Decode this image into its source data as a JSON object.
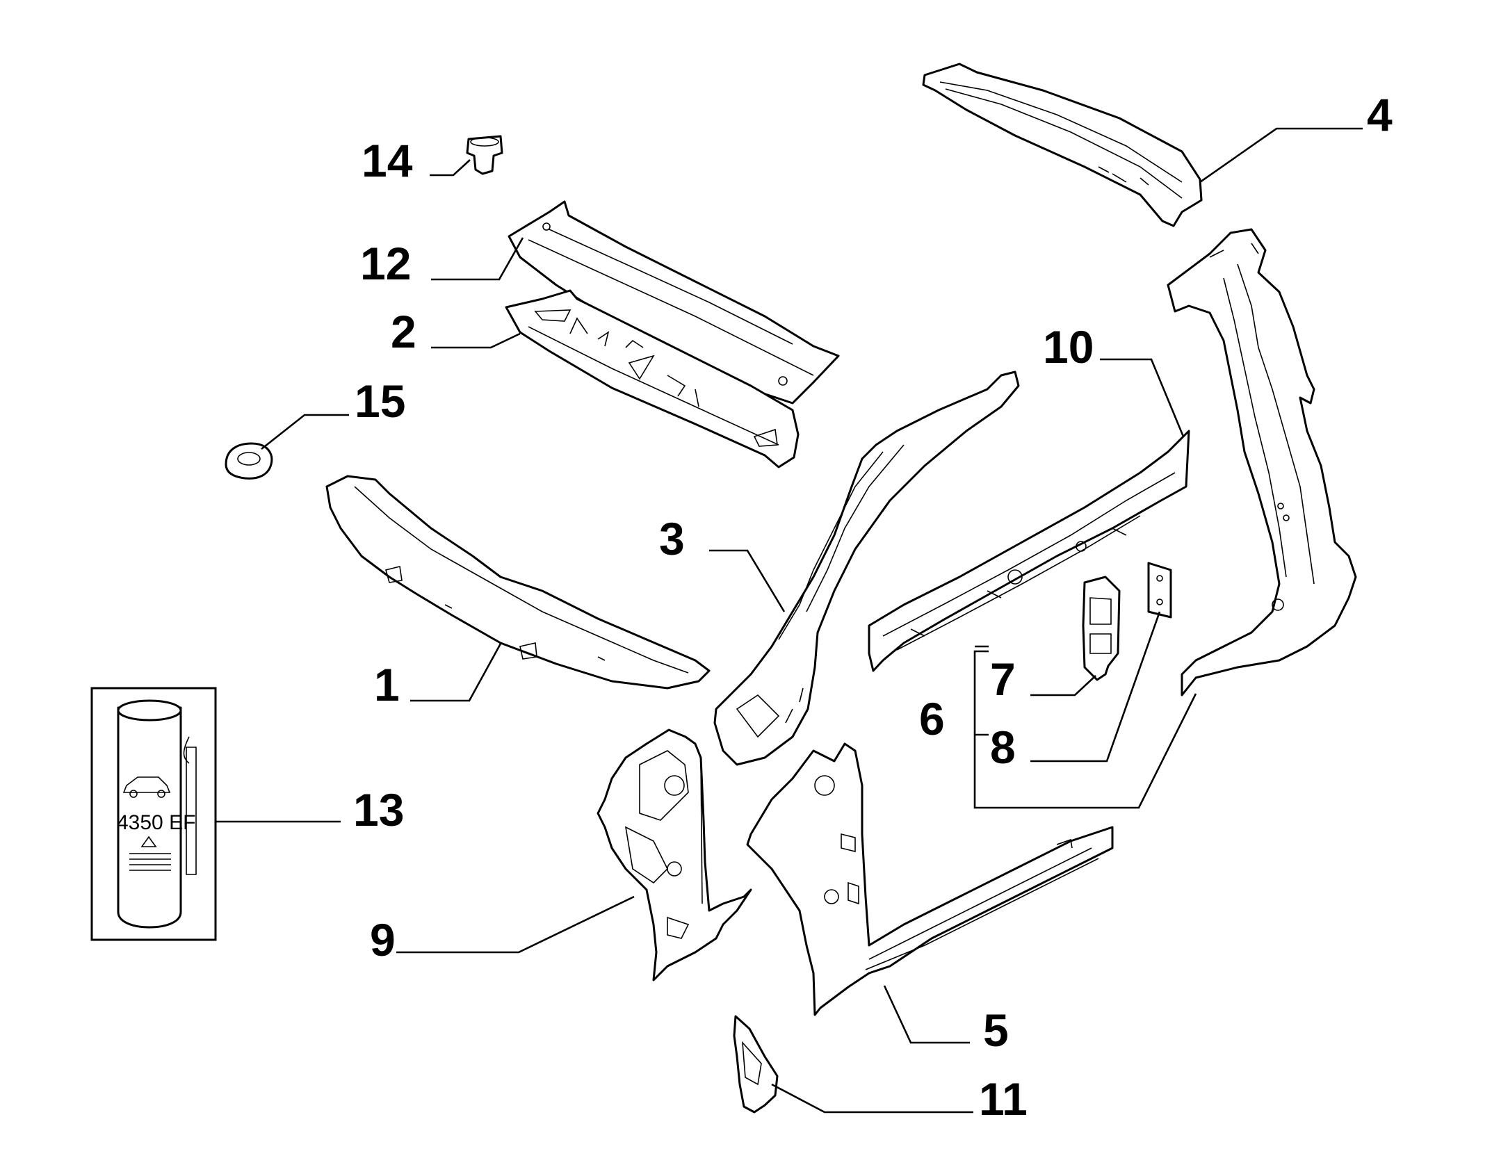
{
  "callouts": {
    "c1": "1",
    "c2": "2",
    "c3": "3",
    "c4": "4",
    "c5": "5",
    "c6": "6",
    "c7": "7",
    "c8": "8",
    "c9": "9",
    "c10": "10",
    "c11": "11",
    "c12": "12",
    "c13": "13",
    "c14": "14",
    "c15": "15"
  },
  "sealant_can_label": "4350 EF",
  "line_color": "#000000",
  "background_color": "#ffffff"
}
